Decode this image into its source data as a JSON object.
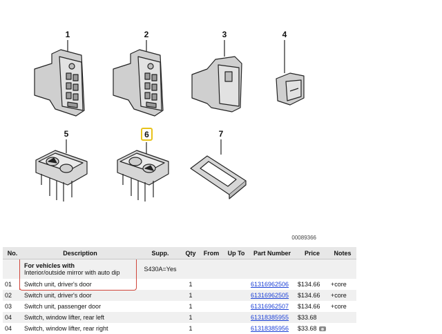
{
  "diagram": {
    "callouts": [
      "1",
      "2",
      "3",
      "4",
      "5",
      "6",
      "7"
    ],
    "highlighted_callout": "6",
    "figure_id": "00089366",
    "highlight_color": "#e8c21a"
  },
  "table": {
    "headers": {
      "no": "No.",
      "description": "Description",
      "supp": "Supp.",
      "qty": "Qty",
      "from": "From",
      "upto": "Up To",
      "part_number": "Part Number",
      "price": "Price",
      "notes": "Notes"
    },
    "group": {
      "title": "For vehicles with",
      "subtitle": "Interior/outside mirror with auto dip",
      "supp": "S430A=Yes"
    },
    "rows": [
      {
        "no": "01",
        "description": "Switch unit, driver's door",
        "qty": "1",
        "part_number": "61316962506",
        "price": "$134.66",
        "notes": "+core"
      },
      {
        "no": "02",
        "description": "Switch unit, driver's door",
        "qty": "1",
        "part_number": "61316962505",
        "price": "$134.66",
        "notes": "+core"
      },
      {
        "no": "03",
        "description": "Switch unit, passenger door",
        "qty": "1",
        "part_number": "61316962507",
        "price": "$134.66",
        "notes": "+core"
      },
      {
        "no": "04",
        "description": "Switch, window lifter, rear left",
        "qty": "1",
        "part_number": "61318385955",
        "price": "$33.68",
        "notes": ""
      },
      {
        "no": "04",
        "description": "Switch, window lifter, rear right",
        "qty": "1",
        "part_number": "61318385956",
        "price": "$33.68",
        "notes": ""
      }
    ],
    "link_color": "#1a3fd6",
    "bracket_color": "#d0453a"
  }
}
